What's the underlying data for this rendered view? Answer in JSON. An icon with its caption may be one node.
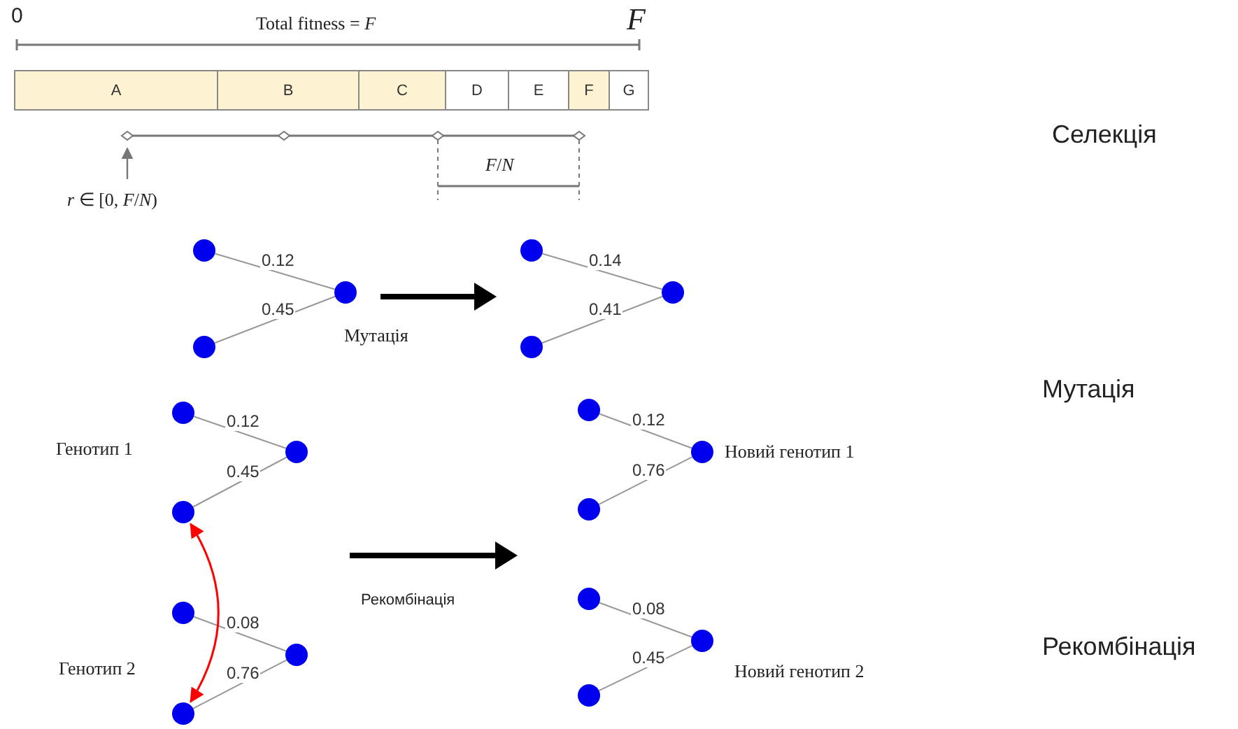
{
  "diagram": {
    "nodes": [
      {
        "text": [
          "A"
        ]
      },
      {
        "text": [
          "B"
        ]
      },
      {
        "text": [
          "C"
        ]
      },
      {
        "text": [
          "D"
        ]
      },
      {
        "text": [
          "E"
        ]
      },
      {
        "text": [
          "F"
        ]
      },
      {
        "text": [
          "G"
        ]
      },
      {
        "text": [],
        "shape": "circle"
      },
      {
        "text": [],
        "shape": "circle"
      },
      {
        "text": [],
        "shape": "circle"
      },
      {
        "text": [],
        "shape": "circle"
      },
      {
        "text": [],
        "shape": "circle"
      },
      {
        "text": [],
        "shape": "circle"
      },
      {
        "text": [],
        "shape": "circle"
      },
      {
        "text": [],
        "shape": "circle"
      },
      {
        "text": [],
        "shape": "circle"
      },
      {
        "text": [],
        "shape": "circle"
      },
      {
        "text": [],
        "shape": "circle"
      },
      {
        "text": [],
        "shape": "circle"
      },
      {
        "text": [],
        "shape": "circle"
      },
      {
        "text": [],
        "shape": "circle"
      },
      {
        "text": [],
        "shape": "circle"
      },
      {
        "text": [],
        "shape": "circle"
      },
      {
        "text": [],
        "shape": "circle"
      },
      {
        "text": [],
        "shape": "circle"
      }
    ],
    "edges": [
      {
        "from": 7,
        "to": 9,
        "arrow": "none",
        "label": "0.12"
      },
      {
        "from": 8,
        "to": 9,
        "arrow": "none",
        "label": "0.45"
      },
      {
        "from": 10,
        "to": 12,
        "arrow": "none",
        "label": "0.14"
      },
      {
        "from": 11,
        "to": 12,
        "arrow": "none",
        "label": "0.41"
      },
      {
        "from": 13,
        "to": 14,
        "arrow": "none",
        "label": "0.12"
      },
      {
        "from": 15,
        "to": 14,
        "arrow": "none",
        "label": "0.45"
      },
      {
        "from": 16,
        "to": 17,
        "arrow": "none",
        "label": "0.08"
      },
      {
        "from": 18,
        "to": 17,
        "arrow": "none",
        "label": "0.76"
      },
      {
        "from": 15,
        "to": 18,
        "arrow": "both",
        "color": "#ff0000"
      },
      {
        "from": 19,
        "to": 20,
        "arrow": "none",
        "label": "0.12"
      },
      {
        "from": 21,
        "to": 20,
        "arrow": "none",
        "label": "0.76"
      },
      {
        "from": 22,
        "to": 23,
        "arrow": "none",
        "label": "0.08"
      },
      {
        "from": 24,
        "to": 23,
        "arrow": "none",
        "label": "0.45"
      }
    ],
    "labels": [
      "0",
      "Total fitness = *F*",
      "F",
      "*r* ∈ [0, *F*/*N*)",
      "*F*/*N*",
      "Селекція",
      "Мутація",
      "Мутація",
      "Генотип 1",
      "Новий генотип 1",
      "Рекомбінація",
      "Генотип 2",
      "Новий генотип 2",
      "Рекомбінація"
    ]
  }
}
